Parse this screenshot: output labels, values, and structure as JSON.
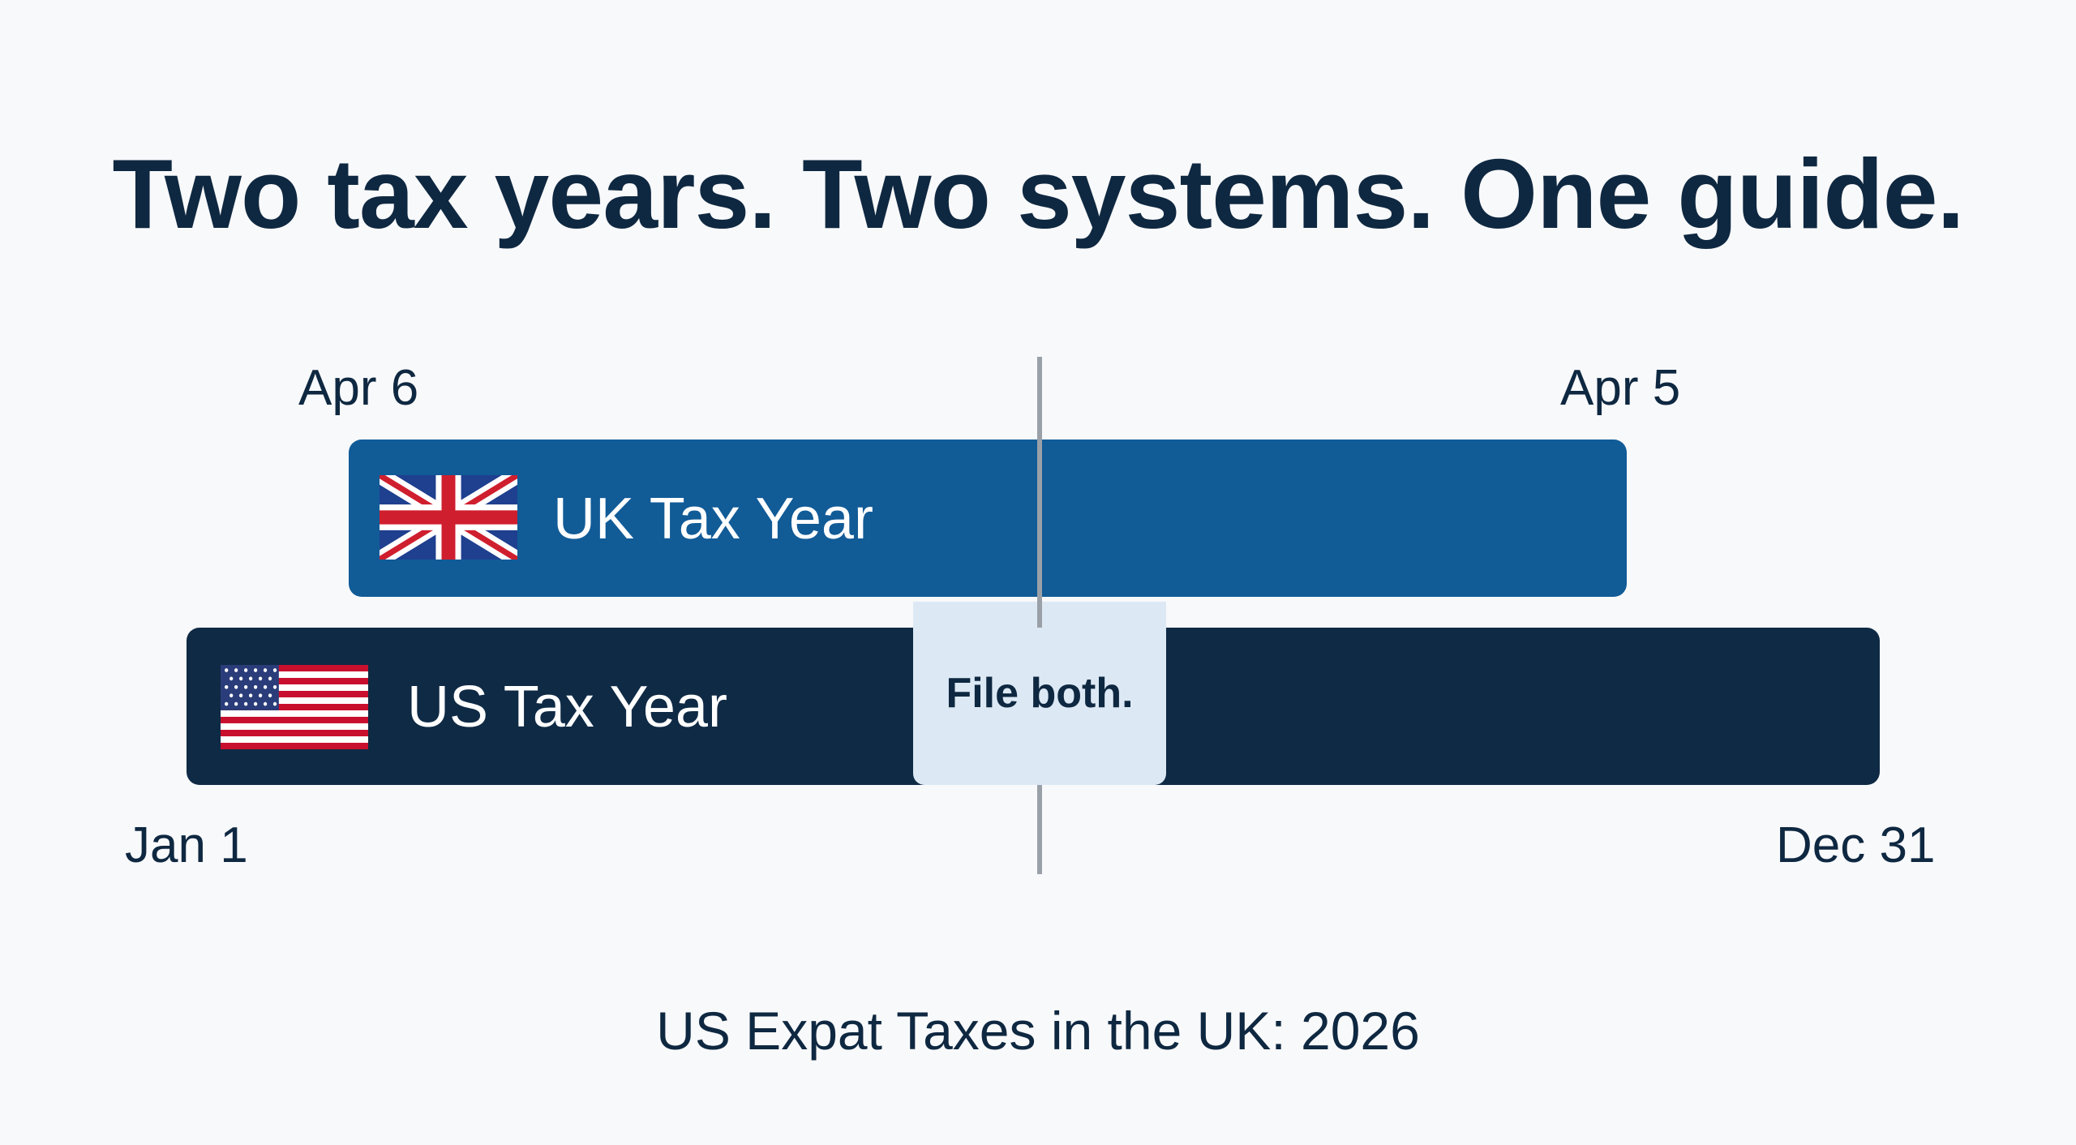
{
  "headline": "Two tax years. Two systems. One guide.",
  "uk_year": {
    "label": "UK Tax Year",
    "start_label": "Apr 6",
    "end_label": "Apr 5",
    "flag_icon": "uk-flag-icon",
    "color": "#115b97"
  },
  "us_year": {
    "label": "US Tax Year",
    "start_label": "Jan 1",
    "end_label": "Dec 31",
    "flag_icon": "us-flag-icon",
    "color": "#0f2a45"
  },
  "overlap": {
    "label": "File both.",
    "color": "#dce9f5"
  },
  "subtitle": "US Expat Taxes in the UK: 2026"
}
